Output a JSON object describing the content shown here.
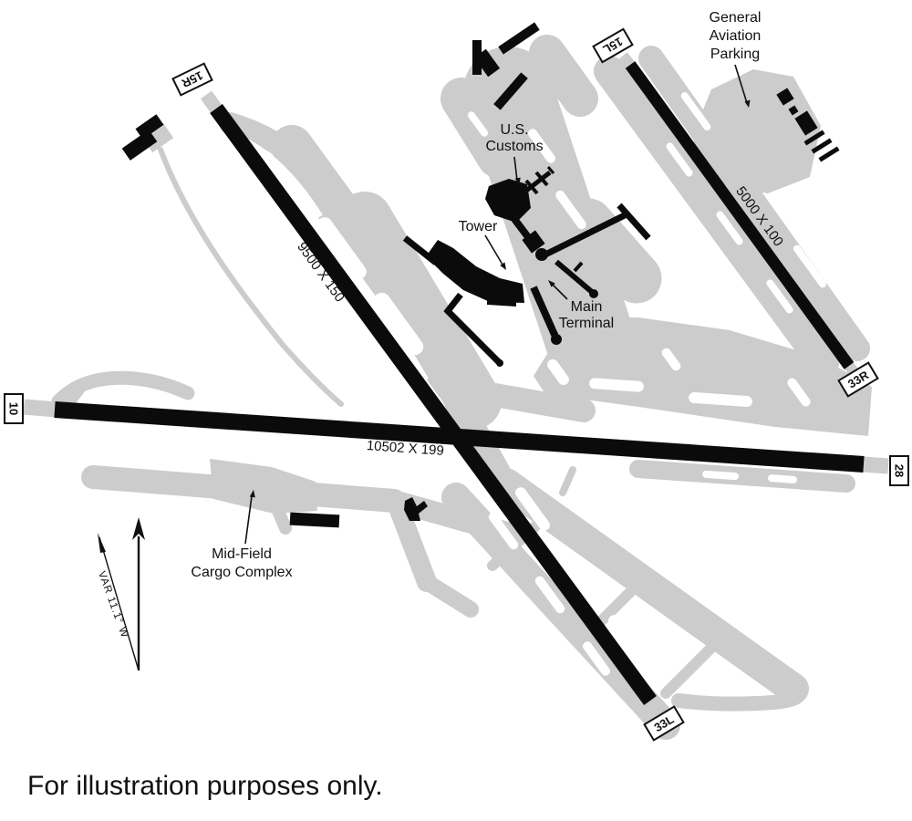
{
  "diagram": {
    "type": "airport-layout",
    "caption": "For illustration purposes only.",
    "colors": {
      "pavement_gray": "#cccccc",
      "feature_black": "#0b0b0b",
      "background": "#ffffff"
    },
    "runways": [
      {
        "name": "15R/33L",
        "dimension": "9500 X 150",
        "ends": [
          {
            "label": "15R"
          },
          {
            "label": "33L"
          }
        ]
      },
      {
        "name": "15L/33R",
        "dimension": "5000 X 100",
        "ends": [
          {
            "label": "15L"
          },
          {
            "label": "33R"
          }
        ]
      },
      {
        "name": "10/28",
        "dimension": "10502 X 199",
        "ends": [
          {
            "label": "10"
          },
          {
            "label": "28"
          }
        ]
      }
    ],
    "annotations": {
      "ga_parking": {
        "lines": [
          "General",
          "Aviation",
          "Parking"
        ]
      },
      "us_customs": {
        "lines": [
          "U.S.",
          "Customs"
        ]
      },
      "tower": {
        "label": "Tower"
      },
      "main_terminal": {
        "lines": [
          "Main",
          "Terminal"
        ]
      },
      "cargo": {
        "lines": [
          "Mid-Field",
          "Cargo Complex"
        ]
      },
      "variation": {
        "label": "VAR 11.1° W"
      }
    }
  }
}
